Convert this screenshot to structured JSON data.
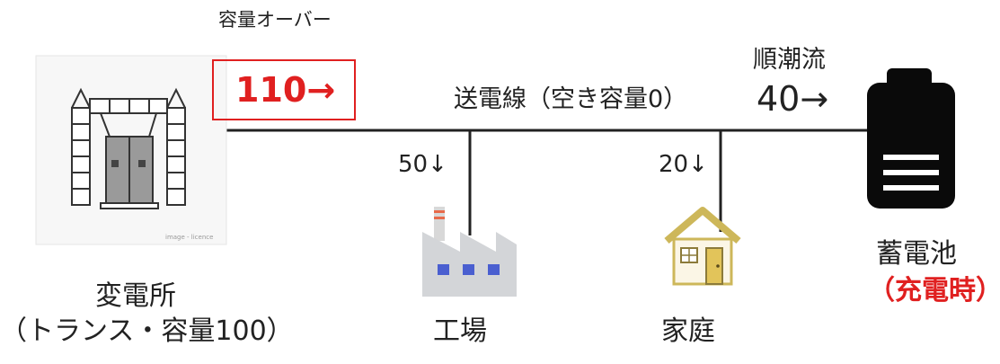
{
  "substation": {
    "name": "変電所",
    "spec": "（トランス・容量100）",
    "photo_caption": "image - licence"
  },
  "overload": {
    "label": "容量オーバー",
    "value": "110→"
  },
  "transmission_line": {
    "label": "送電線（空き容量0）"
  },
  "factory": {
    "name": "工場",
    "flow": "50↓"
  },
  "home": {
    "name": "家庭",
    "flow": "20↓"
  },
  "reverse_flow": {
    "label": "順潮流",
    "value": "40→"
  },
  "battery": {
    "name": "蓄電池",
    "state": "（充電時）"
  },
  "colors": {
    "alert": "#e02020",
    "battery": "#0a0a0a",
    "factory_body": "#d3d5d8",
    "factory_window": "#4a5fd0",
    "house_accent": "#cdb75a"
  }
}
